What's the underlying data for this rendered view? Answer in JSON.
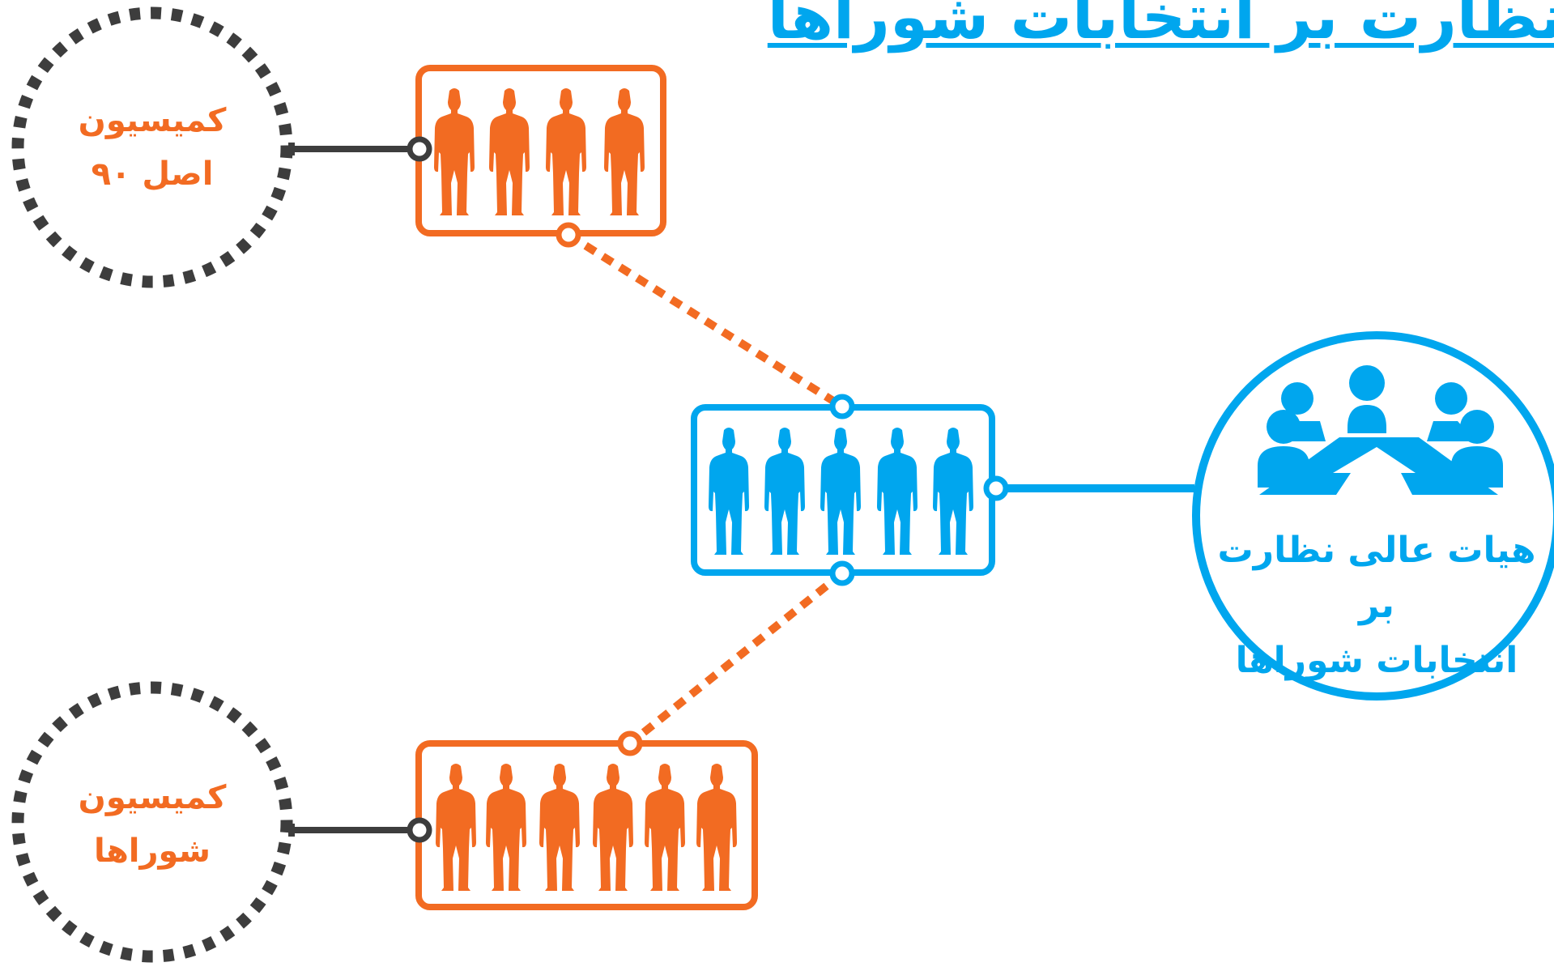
{
  "title": "نظارت بر انتخابات شوراها",
  "nodes": {
    "commission_article_90": {
      "line1": "کمیسیون",
      "line2": "اصل ۹۰",
      "member_count": 4
    },
    "commission_councils": {
      "line1": "کمیسیون",
      "line2": "شوراها",
      "member_count": 6
    },
    "central_group": {
      "member_count": 5
    },
    "supreme_board": {
      "line1": "هیات عالی نظارت بر",
      "line2": "انتخابات شوراها",
      "icon": "meeting-table-icon"
    }
  },
  "colors": {
    "orange": "#f26b22",
    "blue": "#00a6ee",
    "dark": "#3d3d3d"
  }
}
